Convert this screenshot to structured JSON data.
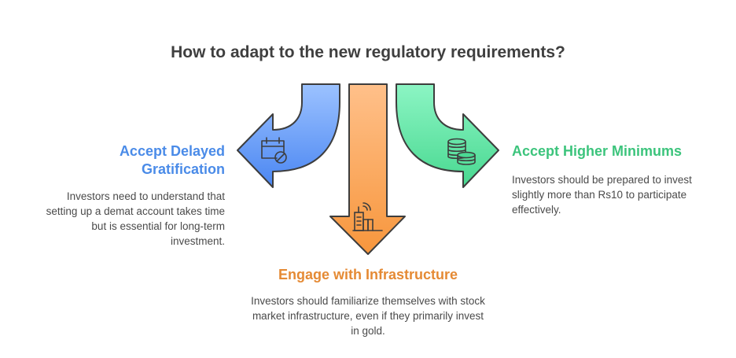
{
  "title": "How to adapt to the new regulatory requirements?",
  "options": [
    {
      "id": "delayed-gratification",
      "heading": "Accept Delayed Gratification",
      "heading_lines": [
        "Accept Delayed",
        "Gratification"
      ],
      "description": "Investors need to understand that setting up a demat account takes time but is essential for long-term investment.",
      "icon": "calendar-blocked-icon",
      "color": "#4a8be8",
      "direction": "left"
    },
    {
      "id": "infrastructure",
      "heading": "Engage with Infrastructure",
      "description": "Investors should familiarize themselves with stock market infrastructure, even if they primarily invest in gold.",
      "icon": "city-signal-icon",
      "color": "#e58a34",
      "direction": "down"
    },
    {
      "id": "higher-minimums",
      "heading": "Accept Higher Minimums",
      "description": "Investors should be prepared to invest slightly more than Rs10 to participate effectively.",
      "icon": "coin-stacks-icon",
      "color": "#3cc47c",
      "direction": "right"
    }
  ],
  "colors": {
    "blue_top": "#9cc2ff",
    "blue_bottom": "#4a86f2",
    "orange_top": "#ffc08a",
    "orange_bottom": "#f7963c",
    "green_top": "#8cf5c4",
    "green_bottom": "#48d890",
    "outline": "#3d3d3d"
  }
}
